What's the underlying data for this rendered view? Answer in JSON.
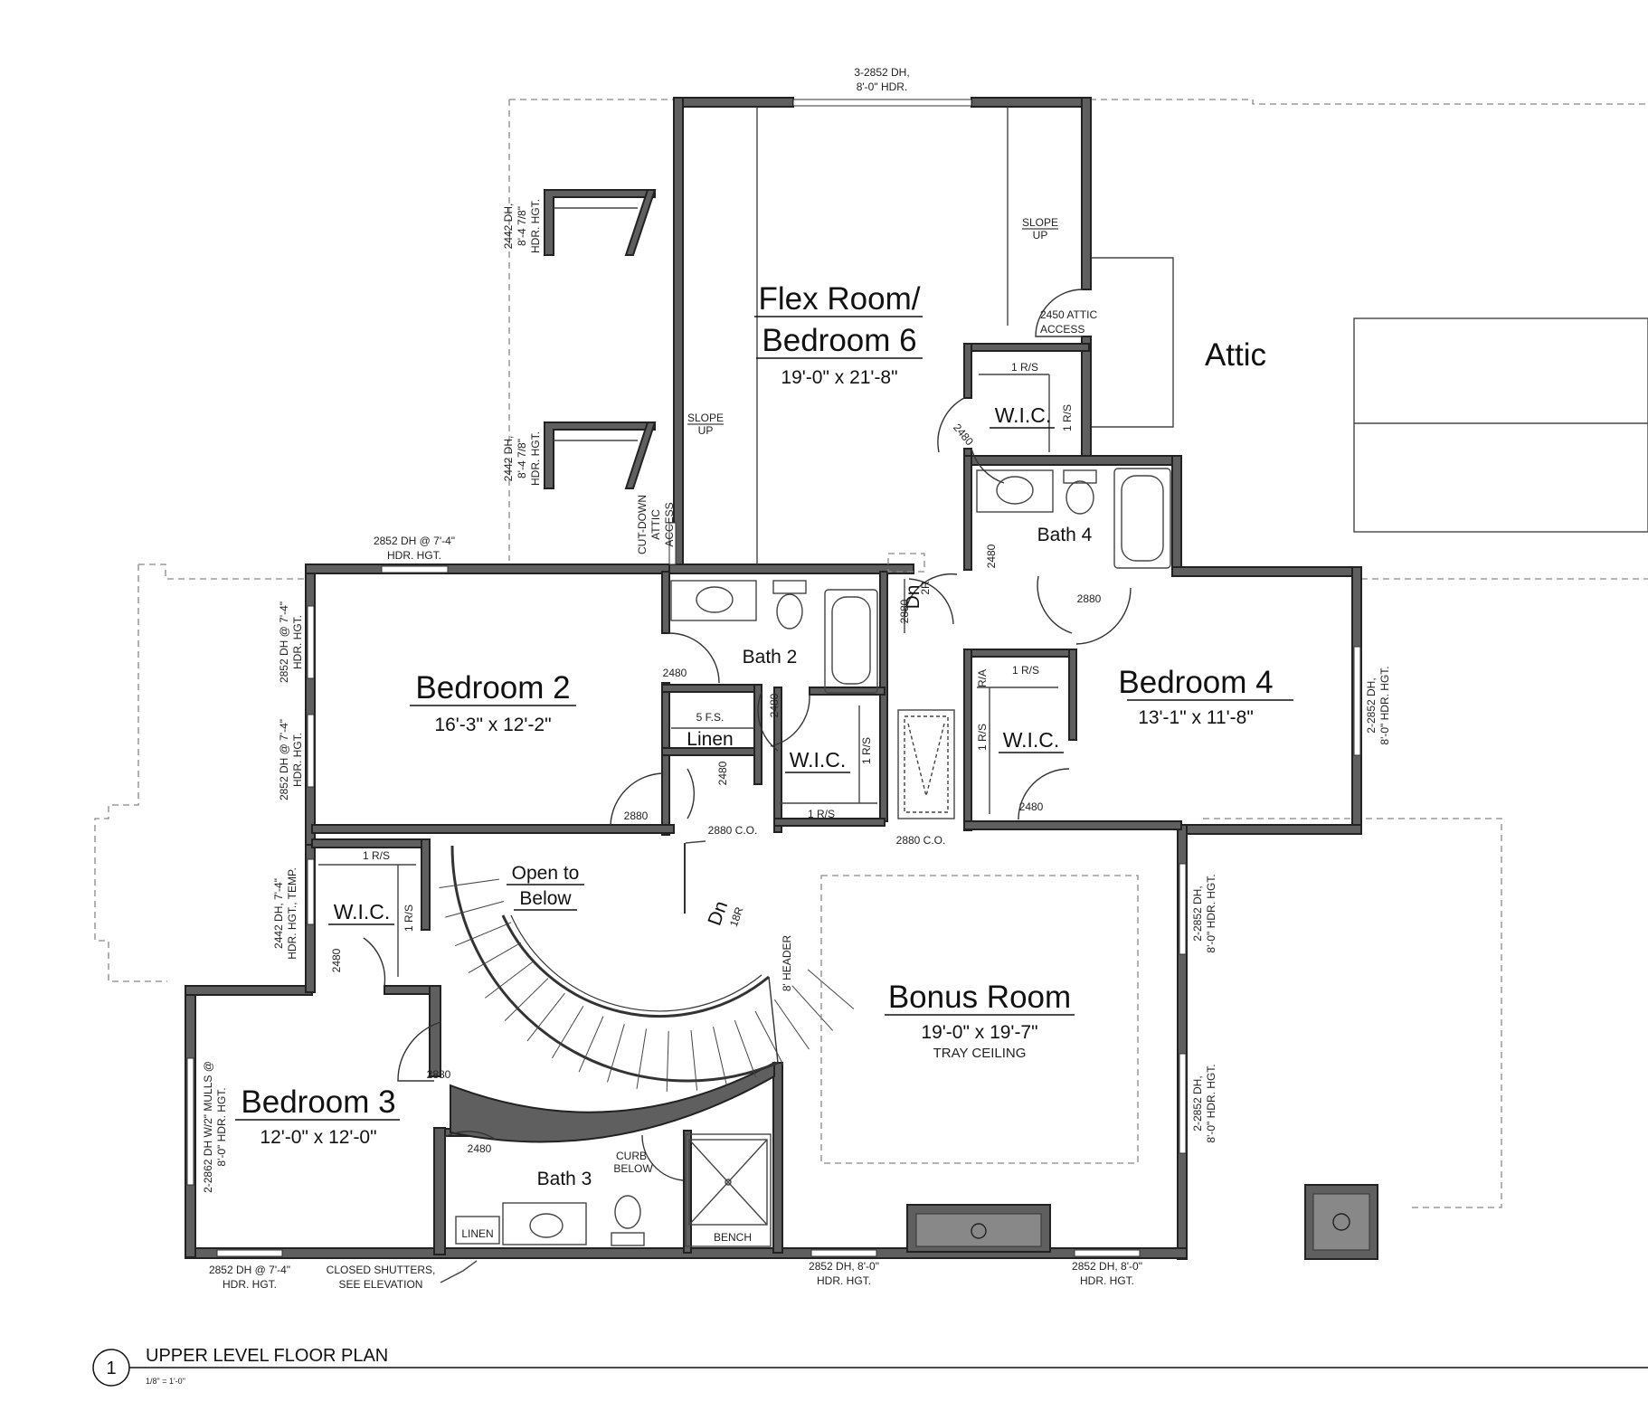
{
  "rooms": {
    "flex": {
      "line1": "Flex Room/",
      "line2": "Bedroom 6",
      "dims": "19'-0\" x 21'-8\""
    },
    "attic": "Attic",
    "bedroom2": {
      "title": "Bedroom 2",
      "dims": "16'-3\" x 12'-2\""
    },
    "bedroom3": {
      "title": "Bedroom 3",
      "dims": "12'-0\" x 12'-0\""
    },
    "bedroom4": {
      "title": "Bedroom 4",
      "dims": "13'-1\" x 11'-8\""
    },
    "bonus": {
      "title": "Bonus Room",
      "dims": "19'-0\" x 19'-7\"",
      "note": "TRAY CEILING"
    },
    "bath2": "Bath 2",
    "bath3": "Bath 3",
    "bath4": "Bath 4",
    "wic": "W.I.C.",
    "linen": "Linen",
    "open_below": [
      "Open to",
      "Below"
    ]
  },
  "notes": {
    "win_top": [
      "3-2852 DH,",
      "8'-0\" HDR."
    ],
    "slope_up": [
      "SLOPE",
      "UP"
    ],
    "attic_access_door": [
      "2450 ATTIC",
      "ACCESS"
    ],
    "cutdown_attic": [
      "CUT-DOWN",
      "ATTIC",
      "ACCESS"
    ],
    "win_2442_a": [
      "2442 DH,",
      "8'-4 7/8\"",
      "HDR. HGT."
    ],
    "win_b2_top": [
      "2852 DH @ 7'-4\"",
      "HDR. HGT."
    ],
    "win_b2_side": [
      "2852 DH @ 7'-4\"",
      "HDR. HGT."
    ],
    "win_b4": [
      "2-2852 DH,",
      "8'-0\" HDR. HGT."
    ],
    "win_bonus": [
      "2-2852 DH,",
      "8'-0\" HDR. HGT."
    ],
    "win_wic_b3": [
      "2442 DH, 7'-4\"",
      "HDR. HGT., TEMP."
    ],
    "win_b3": [
      "2-2862 DH W/2\" MULLS @",
      "8'-0\" HDR. HGT."
    ],
    "win_b3_bottom": [
      "2852 DH @ 7'-4\"",
      "HDR. HGT."
    ],
    "shutters": [
      "CLOSED SHUTTERS,",
      "SEE ELEVATION"
    ],
    "win_bonus_bottom": [
      "2852 DH, 8'-0\"",
      "HDR. HGT."
    ],
    "rs": "1 R/S",
    "ra": "R/A",
    "fs": "5 F.S.",
    "linen_small": "LINEN",
    "curb": [
      "CURB",
      "BELOW"
    ],
    "bench": "BENCH",
    "header": "8' HEADER",
    "dn": "Dn",
    "r2": "2R",
    "r18": "18R",
    "d2480": "2480",
    "d2880": "2880",
    "co2880": "2880 C.O."
  },
  "caption": {
    "number": "1",
    "title": "UPPER LEVEL FLOOR PLAN",
    "scale": "1/8\" = 1'-0\""
  }
}
